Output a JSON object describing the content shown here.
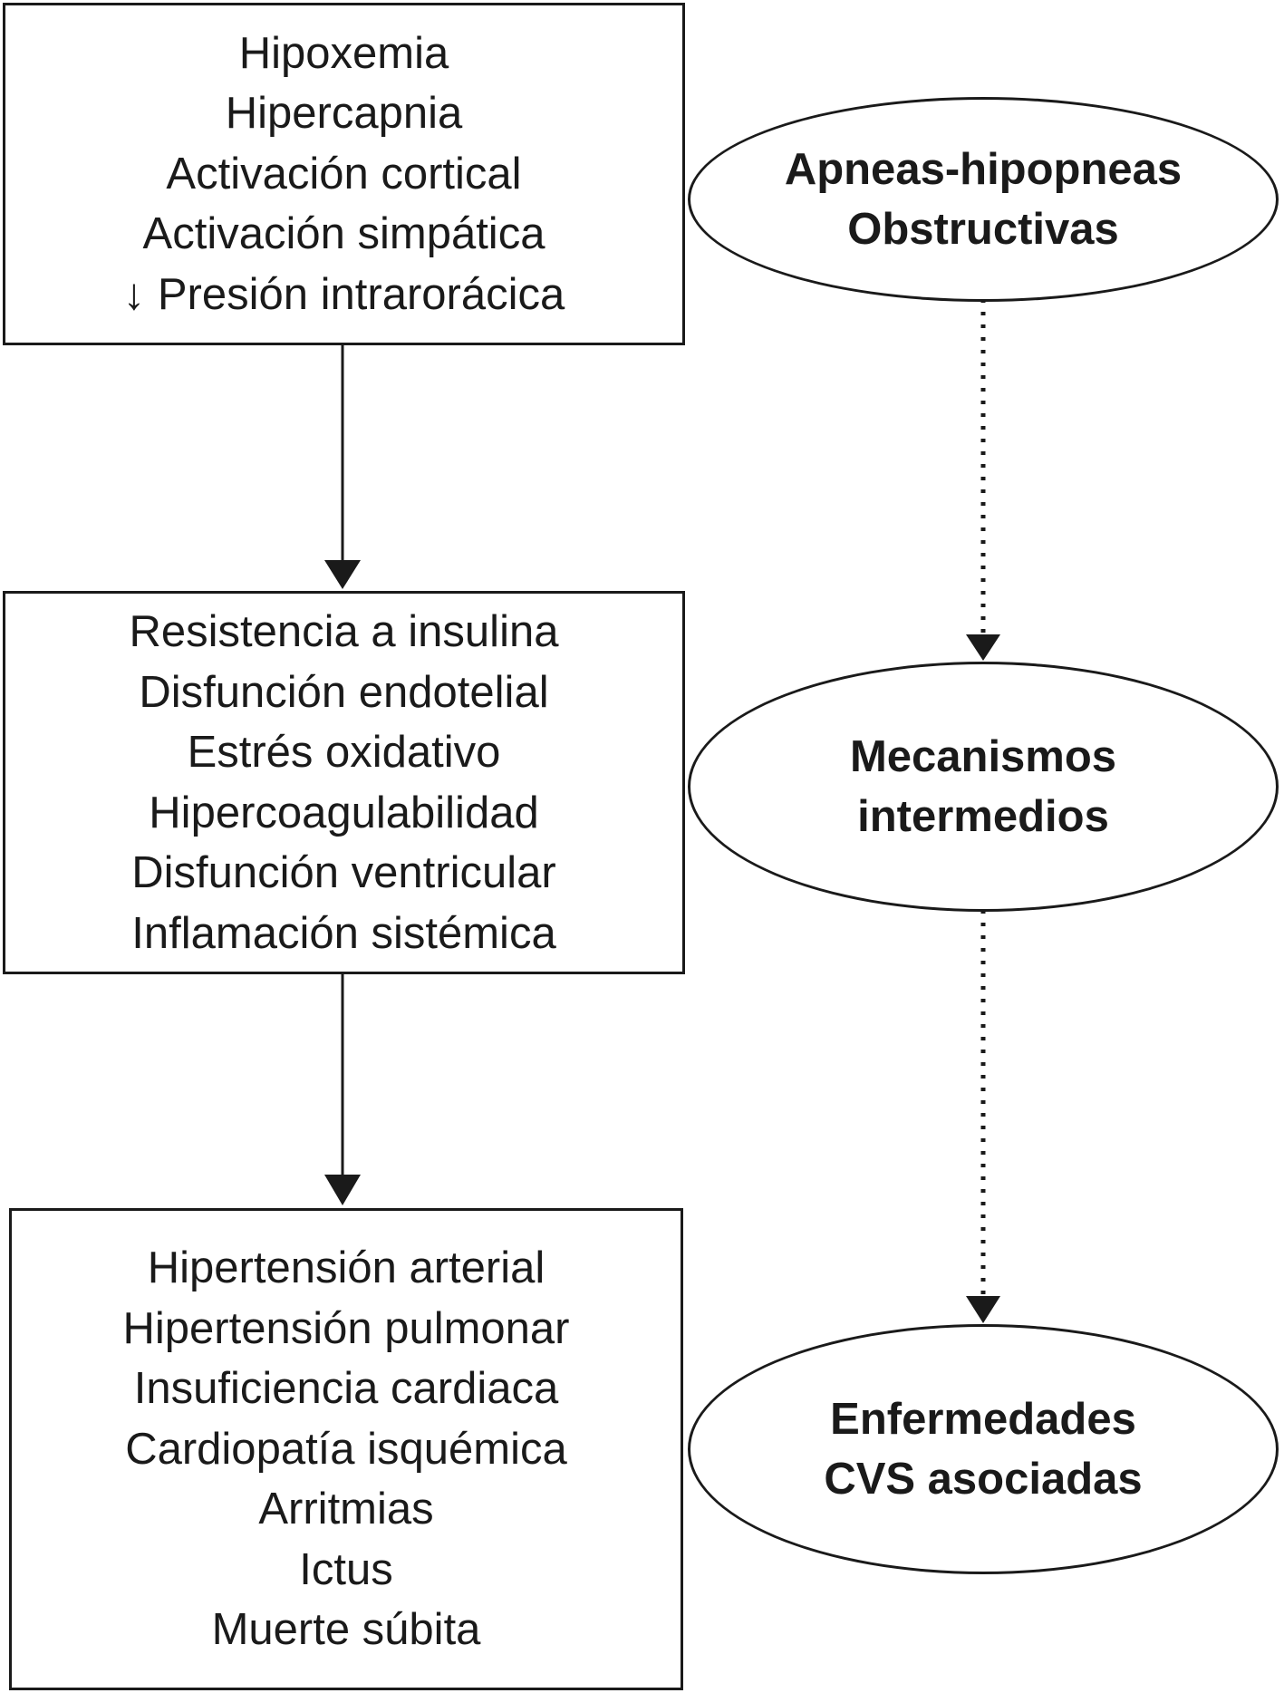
{
  "boxes": {
    "box1": [
      "Hipoxemia",
      "Hipercapnia",
      "Activación cortical",
      "Activación simpática",
      "↓ Presión intrarorácica"
    ],
    "box2": [
      "Resistencia a insulina",
      "Disfunción endotelial",
      "Estrés oxidativo",
      "Hipercoagulabilidad",
      "Disfunción ventricular",
      "Inflamación sistémica"
    ],
    "box3": [
      "Hipertensión arterial",
      "Hipertensión pulmonar",
      "Insuficiencia cardiaca",
      "Cardiopatía isquémica",
      "Arritmias",
      "Ictus",
      "Muerte súbita"
    ]
  },
  "ellipses": {
    "ellipse1": [
      "Apneas-hipopneas",
      "Obstructivas"
    ],
    "ellipse2": [
      "Mecanismos",
      "intermedios"
    ],
    "ellipse3": [
      "Enfermedades",
      "CVS asociadas"
    ]
  },
  "colors": {
    "stroke": "#1a1a1a",
    "background": "#ffffff"
  }
}
